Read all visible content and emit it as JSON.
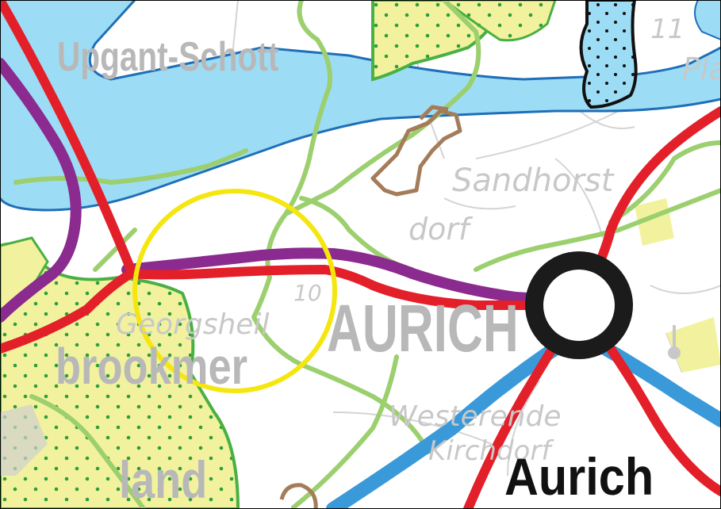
{
  "map": {
    "labels": {
      "upgant_schott": "Upgant-Schott",
      "sandhorst": "Sandhorst",
      "wiesedorf": "dorf",
      "georgsheil": "Georgsheil",
      "aurich_region": "AURICH",
      "brookmer": "brookmer",
      "westerende": "Westerende",
      "kirchdorf": "Kirchdorf",
      "land": "land",
      "aurich_city": "Aurich",
      "place_partial": "Pla",
      "road_number": "10",
      "top_number": "11"
    },
    "colors": {
      "water": "#9ddcf5",
      "water_outline": "#1f6fb8",
      "motorway_blue": "#3a9ad9",
      "federal_road_red": "#e3202a",
      "rail_purple": "#8b2a8f",
      "green_corridor": "#9ccf6e",
      "nature_area_fill": "#f2f29e",
      "nature_dots": "#2e9e3a",
      "nature_outline": "#49b043",
      "brown_feature": "#a47c5a",
      "city_marker": "#1b1b1b",
      "highlight_circle": "#f5e60f",
      "gray_text": "#c8c8c8"
    },
    "icons": {
      "city": "city-circle-icon",
      "highlight": "highlight-circle-icon",
      "industrial": "industrial-area-icon",
      "wind_turbine": "wind-turbine-icon"
    }
  }
}
